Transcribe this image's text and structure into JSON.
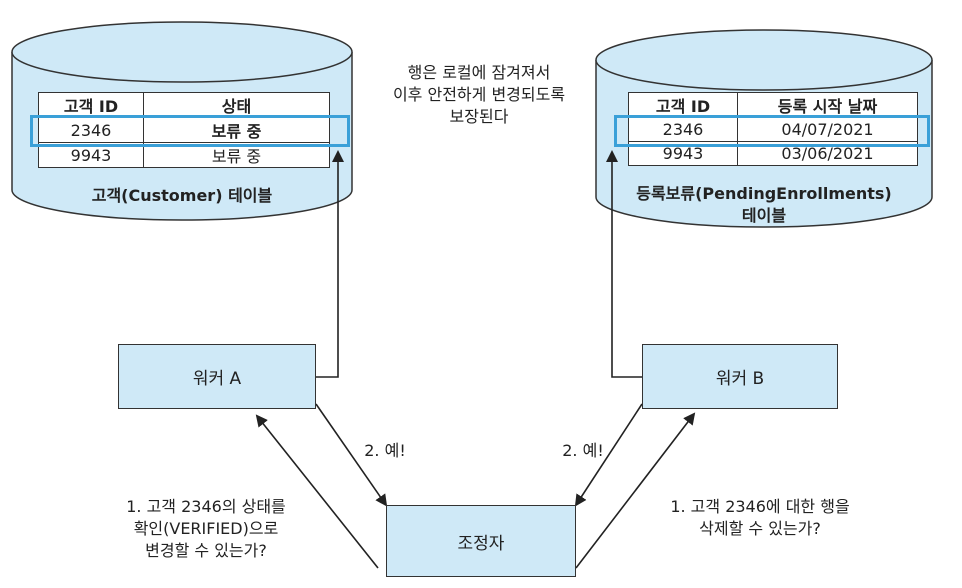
{
  "customer_table": {
    "headers": [
      "고객 ID",
      "상태"
    ],
    "rows": [
      [
        "2346",
        "보류 중"
      ],
      [
        "9943",
        "보류 중"
      ]
    ],
    "caption": "고객(Customer) 테이블"
  },
  "pending_table": {
    "headers": [
      "고객 ID",
      "등록 시작 날짜"
    ],
    "rows": [
      [
        "2346",
        "04/07/2021"
      ],
      [
        "9943",
        "03/06/2021"
      ]
    ],
    "caption_line1": "등록보류(PendingEnrollments)",
    "caption_line2": "테이블"
  },
  "lock_note": {
    "line1": "행은 로컬에 잠겨져서",
    "line2": "이후 안전하게 변경되도록",
    "line3": "보장된다"
  },
  "worker_a": {
    "label": "워커 A"
  },
  "worker_b": {
    "label": "워커 B"
  },
  "coordinator": {
    "label": "조정자"
  },
  "reply_a": "2. 예!",
  "reply_b": "2. 예!",
  "question_a": {
    "line1": "1. 고객 2346의 상태를",
    "line2": "확인(VERIFIED)으로",
    "line3": "변경할 수 있는가?"
  },
  "question_b": {
    "line1": "1. 고객 2346에 대한 행을",
    "line2": "삭제할 수 있는가?"
  },
  "colors": {
    "fill": "#cfe9f7",
    "highlight": "#3aa0d8",
    "stroke": "#333333"
  }
}
